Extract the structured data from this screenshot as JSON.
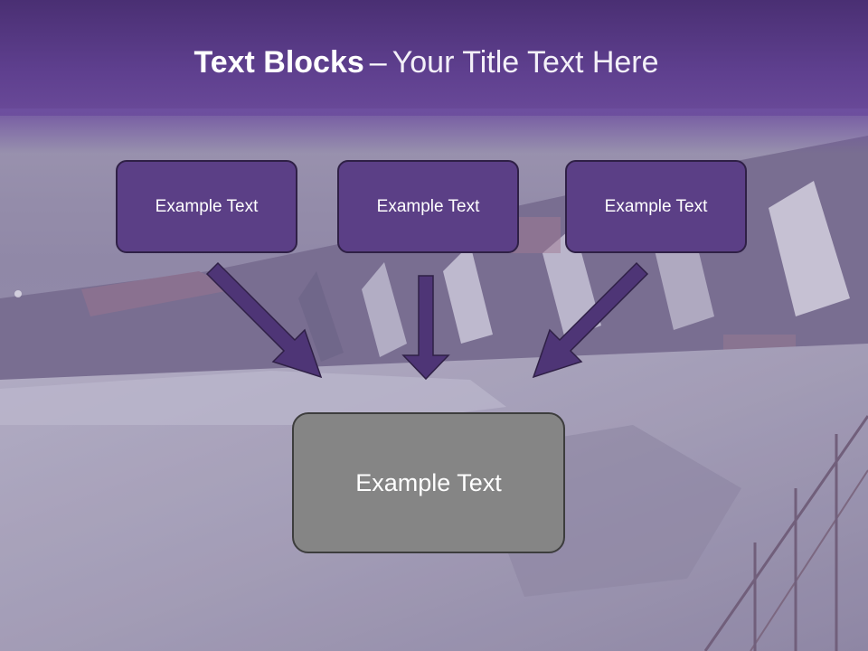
{
  "title": {
    "bold": "Text Blocks",
    "separator": "–",
    "rest": "Your Title Text Here"
  },
  "blocks": [
    {
      "label": "Example Text"
    },
    {
      "label": "Example Text"
    },
    {
      "label": "Example Text"
    }
  ],
  "target_block": {
    "label": "Example Text"
  },
  "colors": {
    "header": "#5e3f8e",
    "block_fill": "#5b3f86",
    "block_border": "#2f2046",
    "target_fill": "#858585",
    "arrow": "#4e3576"
  }
}
